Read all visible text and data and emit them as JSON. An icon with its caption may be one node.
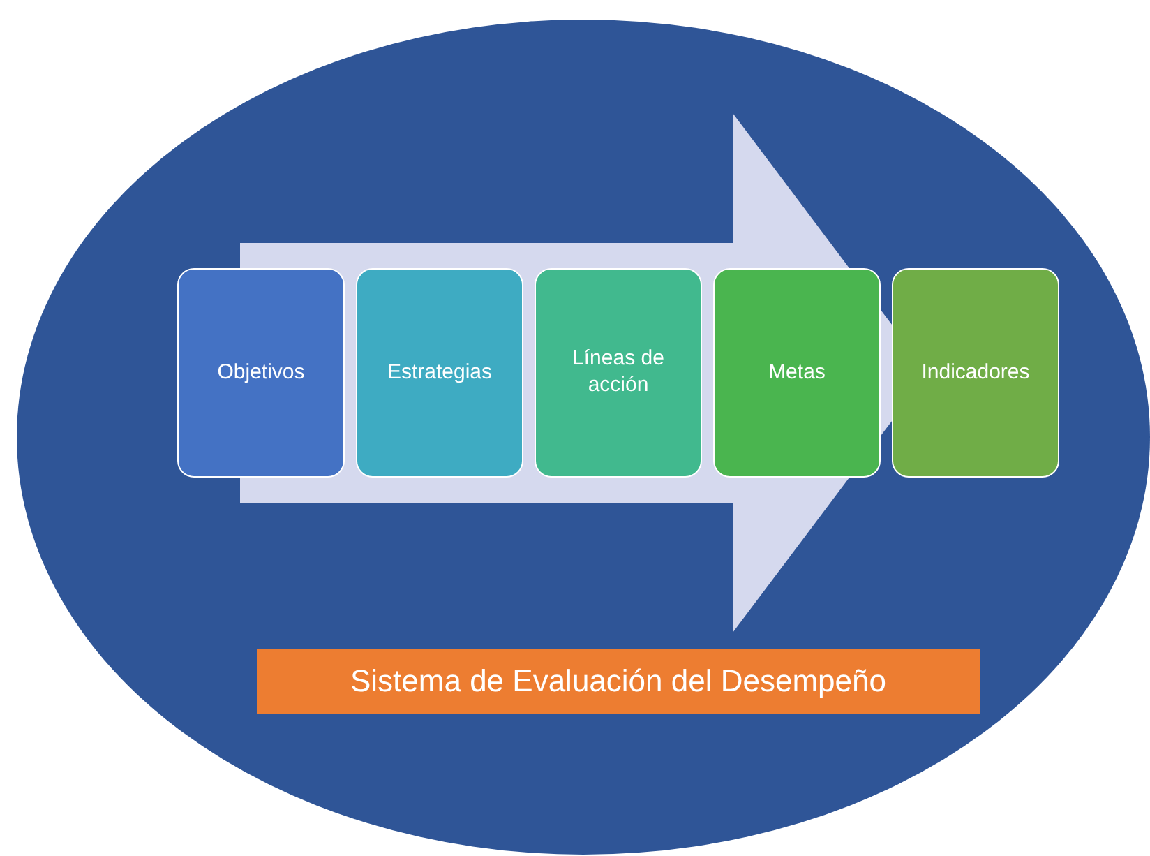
{
  "diagram": {
    "nodes": [
      {
        "text": [],
        "shape": "ellipse"
      },
      {
        "text": [
          "Objetivos"
        ],
        "in": 0
      },
      {
        "text": [
          "Estrategias"
        ],
        "in": 0
      },
      {
        "text": [
          "Líneas de acción"
        ],
        "in": 0
      },
      {
        "text": [
          "Metas"
        ],
        "in": 0
      },
      {
        "text": [
          "Indicadores"
        ],
        "in": 0
      },
      {
        "text": [
          "Sistema de Evaluación del Desempeño"
        ],
        "in": 0
      }
    ],
    "edges": [
      {
        "from": 1,
        "to": 5,
        "arrow": "to",
        "style": "thick"
      }
    ]
  }
}
